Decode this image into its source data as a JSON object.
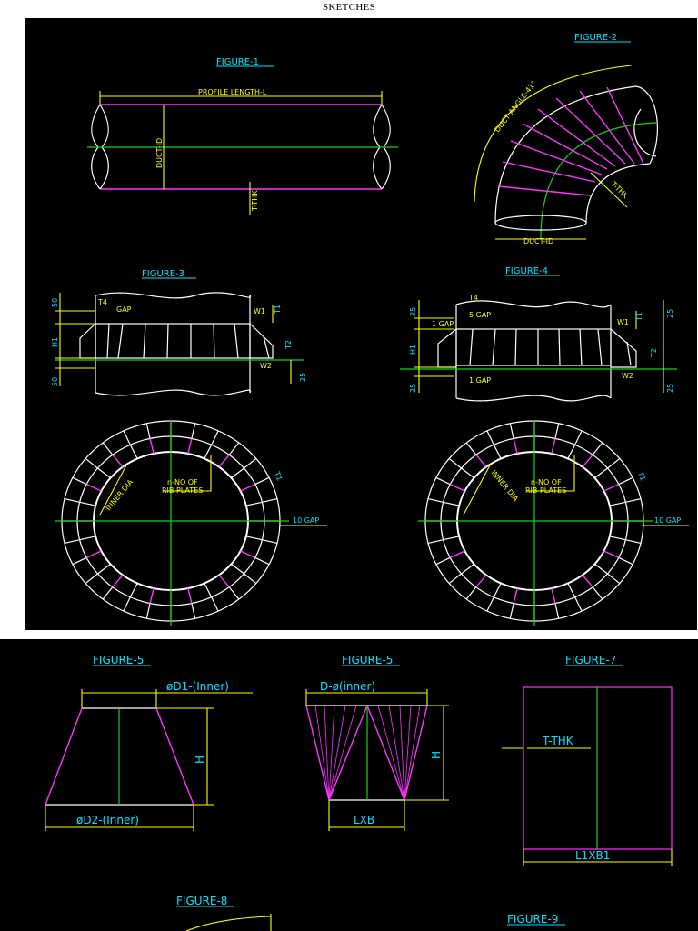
{
  "page_title": "SKETCHES",
  "fig1": {
    "caption": "FIGURE-1",
    "length_label": "PROFILE LENGTH-L",
    "duct_id": "DUCT-ID",
    "thk": "T-THK"
  },
  "fig2": {
    "caption": "FIGURE-2",
    "angle": "DUCT ANGLE-41°",
    "thk": "T-THK",
    "duct_id": "DUCT-ID"
  },
  "fig3": {
    "caption": "FIGURE-3",
    "t4": "T4",
    "gap": "GAP",
    "w1": "W1",
    "t1": "T1",
    "h1": "H1",
    "t2": "T2",
    "w2": "W2",
    "d50a": "50",
    "d50b": "50",
    "d25": "25"
  },
  "fig4": {
    "caption": "FIGURE-4",
    "t4": "T4",
    "gap5": "5 GAP",
    "gap1a": "1 GAP",
    "gap1b": "1 GAP",
    "w1": "W1",
    "t1": "T1",
    "h1": "H1",
    "t2": "T2",
    "w2": "W2",
    "d25a": "25",
    "d25b": "25",
    "d25c": "25",
    "d25d": "25"
  },
  "ring_left": {
    "inner_dia": "INNER DIA",
    "rib_1": "n-NO OF",
    "rib_2": "RIB PLATES",
    "t1": "T1",
    "gap": "10 GAP"
  },
  "ring_right": {
    "inner_dia": "INNER DIA",
    "rib_1": "n-NO OF",
    "rib_2": "RIB PLATES",
    "t1": "T1",
    "gap": "10 GAP"
  },
  "fig5": {
    "caption": "FIGURE-5",
    "top": "øD1-(Inner)",
    "h": "H",
    "bottom": "øD2-(Inner)"
  },
  "fig6": {
    "caption": "FIGURE-5",
    "top": "D-ø(inner)",
    "h": "H",
    "bottom": "LXB"
  },
  "fig7": {
    "caption": "FIGURE-7",
    "thk": "T-THK",
    "bottom": "L1XB1"
  },
  "fig8": {
    "caption": "FIGURE-8"
  },
  "fig9": {
    "caption": "FIGURE-9"
  }
}
